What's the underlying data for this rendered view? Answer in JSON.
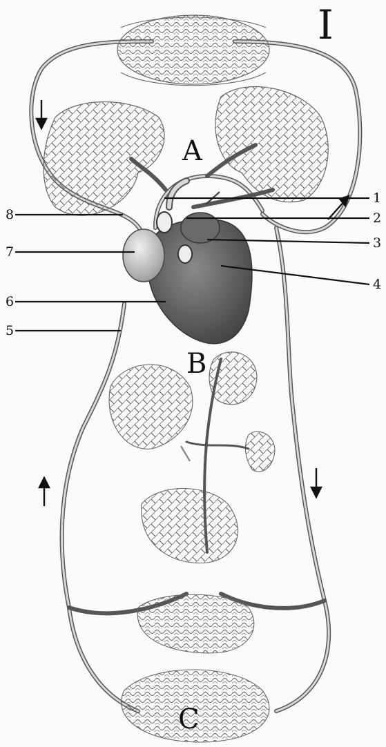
{
  "figure": {
    "roman_numeral": "I"
  },
  "regions": {
    "a": "A",
    "b": "B",
    "c": "C"
  },
  "callouts": [
    {
      "num": "1"
    },
    {
      "num": "2"
    },
    {
      "num": "3"
    },
    {
      "num": "4"
    },
    {
      "num": "5"
    },
    {
      "num": "6"
    },
    {
      "num": "7"
    },
    {
      "num": "8"
    }
  ]
}
